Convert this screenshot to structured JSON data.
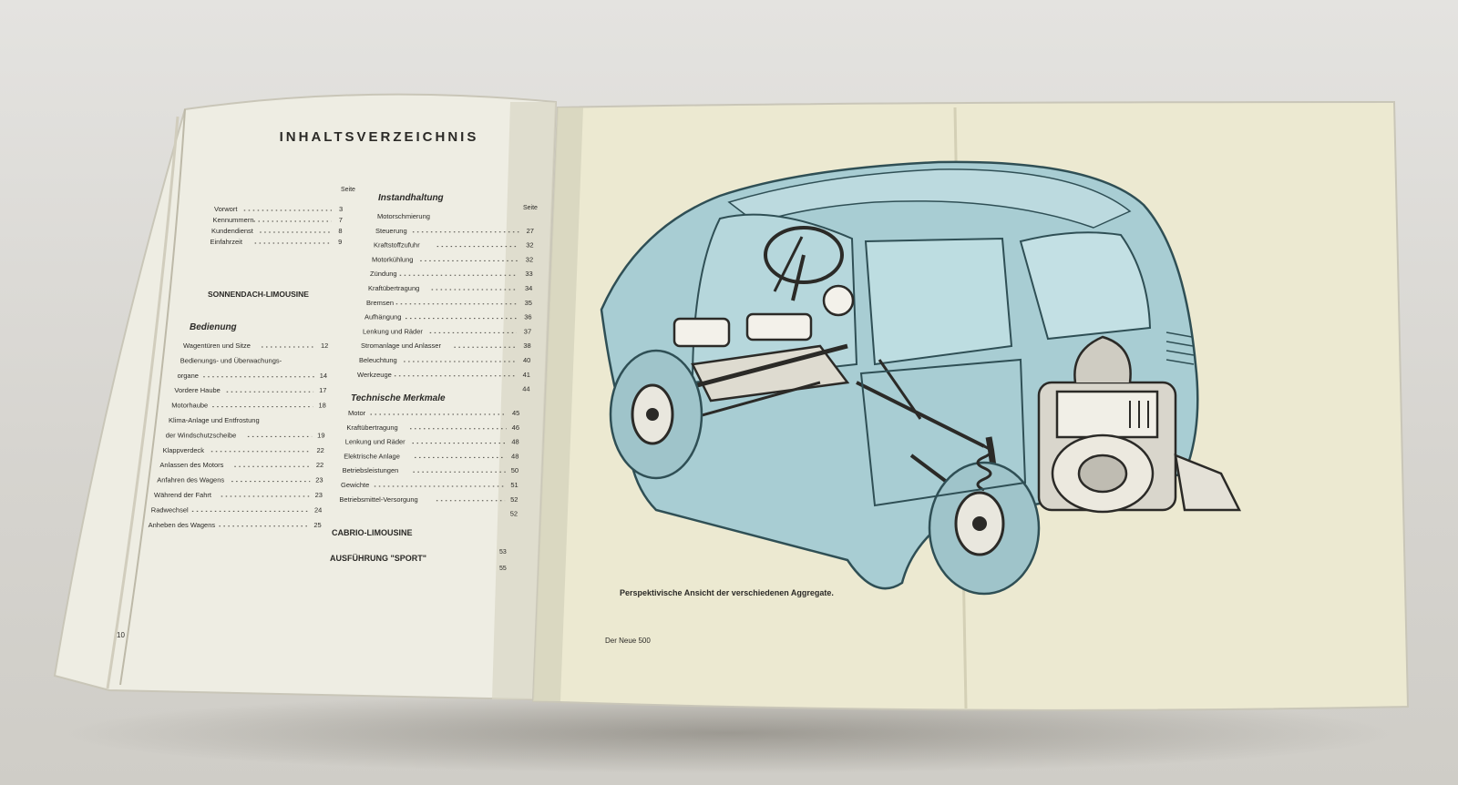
{
  "left_page": {
    "title": "INHALTSVERZEICHNIS",
    "seite_label_left": "Seite",
    "seite_label_right": "Seite",
    "page_number": "10",
    "col1_top": [
      {
        "label": "Vorwort",
        "page": "3"
      },
      {
        "label": "Kennummern",
        "page": "7"
      },
      {
        "label": "Kundendienst",
        "page": "8"
      },
      {
        "label": "Einfahrzeit",
        "page": "9"
      }
    ],
    "section_sonnendach": "SONNENDACH-LIMOUSINE",
    "section_bedienung": "Bedienung",
    "col1_bedienung": [
      {
        "label": "Wagentüren und Sitze",
        "page": "12"
      },
      {
        "label": "Bedienungs- und Überwachungs-",
        "page": ""
      },
      {
        "label": "organe",
        "page": "14"
      },
      {
        "label": "Vordere Haube",
        "page": "17"
      },
      {
        "label": "Motorhaube",
        "page": "18"
      },
      {
        "label": "Klima-Anlage und Entfrostung",
        "page": ""
      },
      {
        "label": "der Windschutzscheibe",
        "page": "19"
      },
      {
        "label": "Klappverdeck",
        "page": "22"
      },
      {
        "label": "Anlassen des Motors",
        "page": "22"
      },
      {
        "label": "Anfahren des Wagens",
        "page": "23"
      },
      {
        "label": "Während der Fahrt",
        "page": "23"
      },
      {
        "label": "Radwechsel",
        "page": "24"
      },
      {
        "label": "Anheben des Wagens",
        "page": "25"
      }
    ],
    "section_instandhaltung": "Instandhaltung",
    "col2_instandhaltung": [
      {
        "label": "Motorschmierung",
        "page": ""
      },
      {
        "label": "Steuerung",
        "page": "27"
      },
      {
        "label": "Kraftstoffzufuhr",
        "page": "32"
      },
      {
        "label": "Motorkühlung",
        "page": "32"
      },
      {
        "label": "Zündung",
        "page": "33"
      },
      {
        "label": "Kraftübertragung",
        "page": "34"
      },
      {
        "label": "Bremsen",
        "page": "35"
      },
      {
        "label": "Aufhängung",
        "page": "36"
      },
      {
        "label": "Lenkung und Räder",
        "page": "37"
      },
      {
        "label": "Stromanlage und Anlasser",
        "page": "38"
      },
      {
        "label": "Beleuchtung",
        "page": "40"
      },
      {
        "label": "Werkzeuge",
        "page": "41"
      },
      {
        "label": "",
        "page": "44"
      }
    ],
    "section_technische": "Technische Merkmale",
    "col2_technische": [
      {
        "label": "Motor",
        "page": "45"
      },
      {
        "label": "Kraftübertragung",
        "page": "46"
      },
      {
        "label": "Lenkung und Räder",
        "page": "48"
      },
      {
        "label": "Elektrische Anlage",
        "page": "48"
      },
      {
        "label": "Betriebsleistungen",
        "page": "50"
      },
      {
        "label": "Gewichte",
        "page": "51"
      },
      {
        "label": "Betriebsmittel-Versorgung",
        "page": "52"
      },
      {
        "label": "",
        "page": "52"
      }
    ],
    "cabrio": {
      "label": "CABRIO-LIMOUSINE",
      "page": "53"
    },
    "sport": {
      "label": "AUSFÜHRUNG \"SPORT\"",
      "page": "55"
    }
  },
  "right_page": {
    "caption": "Perspektivische Ansicht der verschiedenen Aggregate.",
    "footer": "Der Neue 500"
  },
  "colors": {
    "paper": "#ecebd9",
    "car_blue": "#a8cdd3",
    "ink": "#2b2a27"
  }
}
